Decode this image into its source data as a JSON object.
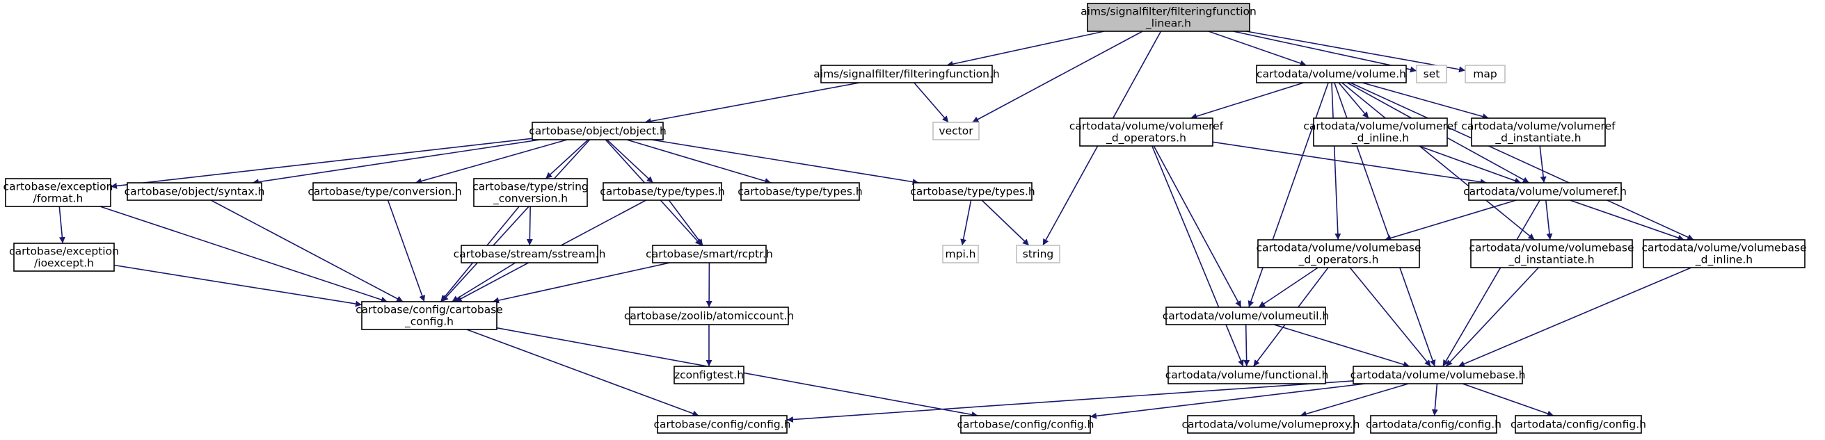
{
  "graph": {
    "nodes": [
      {
        "id": "root",
        "lines": [
          "aims/signalfilter/filteringfunction",
          "_linear.h"
        ],
        "kind": "root"
      },
      {
        "id": "filteringfunction",
        "lines": [
          "aims/signalfilter/filteringfunction.h"
        ],
        "kind": "file"
      },
      {
        "id": "vector",
        "lines": [
          "vector"
        ],
        "kind": "external"
      },
      {
        "id": "string",
        "lines": [
          "string"
        ],
        "kind": "external"
      },
      {
        "id": "volume",
        "lines": [
          "cartodata/volume/volume.h"
        ],
        "kind": "file"
      },
      {
        "id": "set",
        "lines": [
          "set"
        ],
        "kind": "external"
      },
      {
        "id": "map",
        "lines": [
          "map"
        ],
        "kind": "external"
      },
      {
        "id": "object",
        "lines": [
          "cartobase/object/object.h"
        ],
        "kind": "file"
      },
      {
        "id": "format",
        "lines": [
          "cartobase/exception",
          "/format.h"
        ],
        "kind": "file"
      },
      {
        "id": "syntax",
        "lines": [
          "cartobase/object/syntax.h"
        ],
        "kind": "file"
      },
      {
        "id": "conversion",
        "lines": [
          "cartobase/type/conversion.h"
        ],
        "kind": "file"
      },
      {
        "id": "string_conversion",
        "lines": [
          "cartobase/type/string",
          "_conversion.h"
        ],
        "kind": "file"
      },
      {
        "id": "types1",
        "lines": [
          "cartobase/type/types.h"
        ],
        "kind": "file"
      },
      {
        "id": "types2",
        "lines": [
          "cartobase/type/types.h"
        ],
        "kind": "file"
      },
      {
        "id": "types3",
        "lines": [
          "cartobase/type/types.h"
        ],
        "kind": "file"
      },
      {
        "id": "ioexcept",
        "lines": [
          "cartobase/exception",
          "/ioexcept.h"
        ],
        "kind": "file"
      },
      {
        "id": "sstream",
        "lines": [
          "cartobase/stream/sstream.h"
        ],
        "kind": "file"
      },
      {
        "id": "rcptr",
        "lines": [
          "cartobase/smart/rcptr.h"
        ],
        "kind": "file"
      },
      {
        "id": "mpi",
        "lines": [
          "mpi.h"
        ],
        "kind": "external"
      },
      {
        "id": "cartobase_config",
        "lines": [
          "cartobase/config/cartobase",
          "_config.h"
        ],
        "kind": "file"
      },
      {
        "id": "atomiccount",
        "lines": [
          "cartobase/zoolib/atomiccount.h"
        ],
        "kind": "file"
      },
      {
        "id": "zconfigtest",
        "lines": [
          "zconfigtest.h"
        ],
        "kind": "file"
      },
      {
        "id": "config1",
        "lines": [
          "cartobase/config/config.h"
        ],
        "kind": "file"
      },
      {
        "id": "config2",
        "lines": [
          "cartobase/config/config.h"
        ],
        "kind": "file"
      },
      {
        "id": "volumeref_d_operators",
        "lines": [
          "cartodata/volume/volumeref",
          "_d_operators.h"
        ],
        "kind": "file"
      },
      {
        "id": "volumeref_d_inline",
        "lines": [
          "cartodata/volume/volumeref",
          "_d_inline.h"
        ],
        "kind": "file"
      },
      {
        "id": "volumeref_d_instantiate",
        "lines": [
          "cartodata/volume/volumeref",
          "_d_instantiate.h"
        ],
        "kind": "file"
      },
      {
        "id": "volumeref",
        "lines": [
          "cartodata/volume/volumeref.h"
        ],
        "kind": "file"
      },
      {
        "id": "volumebase_d_operators",
        "lines": [
          "cartodata/volume/volumebase",
          "_d_operators.h"
        ],
        "kind": "file"
      },
      {
        "id": "volumebase_d_instantiate",
        "lines": [
          "cartodata/volume/volumebase",
          "_d_instantiate.h"
        ],
        "kind": "file"
      },
      {
        "id": "volumebase_d_inline",
        "lines": [
          "cartodata/volume/volumebase",
          "_d_inline.h"
        ],
        "kind": "file"
      },
      {
        "id": "volumeutil",
        "lines": [
          "cartodata/volume/volumeutil.h"
        ],
        "kind": "file"
      },
      {
        "id": "functional",
        "lines": [
          "cartodata/volume/functional.h"
        ],
        "kind": "file"
      },
      {
        "id": "volumebase",
        "lines": [
          "cartodata/volume/volumebase.h"
        ],
        "kind": "file"
      },
      {
        "id": "volumeproxy",
        "lines": [
          "cartodata/volume/volumeproxy.h"
        ],
        "kind": "file"
      },
      {
        "id": "cd_config1",
        "lines": [
          "cartodata/config/config.h"
        ],
        "kind": "file"
      },
      {
        "id": "cd_config2",
        "lines": [
          "cartodata/config/config.h"
        ],
        "kind": "file"
      }
    ],
    "edges": [
      [
        "root",
        "filteringfunction"
      ],
      [
        "root",
        "vector"
      ],
      [
        "root",
        "string"
      ],
      [
        "root",
        "volume"
      ],
      [
        "root",
        "set"
      ],
      [
        "root",
        "map"
      ],
      [
        "filteringfunction",
        "object"
      ],
      [
        "filteringfunction",
        "vector"
      ],
      [
        "object",
        "format"
      ],
      [
        "object",
        "syntax"
      ],
      [
        "object",
        "conversion"
      ],
      [
        "object",
        "string_conversion"
      ],
      [
        "object",
        "types1"
      ],
      [
        "object",
        "types2"
      ],
      [
        "object",
        "types3"
      ],
      [
        "object",
        "rcptr"
      ],
      [
        "object",
        "cartobase_config"
      ],
      [
        "format",
        "ioexcept"
      ],
      [
        "format",
        "cartobase_config"
      ],
      [
        "ioexcept",
        "cartobase_config"
      ],
      [
        "syntax",
        "cartobase_config"
      ],
      [
        "conversion",
        "cartobase_config"
      ],
      [
        "string_conversion",
        "sstream"
      ],
      [
        "string_conversion",
        "cartobase_config"
      ],
      [
        "sstream",
        "cartobase_config"
      ],
      [
        "types1",
        "rcptr"
      ],
      [
        "types1",
        "cartobase_config"
      ],
      [
        "types3",
        "mpi"
      ],
      [
        "types3",
        "string"
      ],
      [
        "rcptr",
        "cartobase_config"
      ],
      [
        "rcptr",
        "atomiccount"
      ],
      [
        "atomiccount",
        "zconfigtest"
      ],
      [
        "cartobase_config",
        "config1"
      ],
      [
        "cartobase_config",
        "config2"
      ],
      [
        "volume",
        "volumeref_d_operators"
      ],
      [
        "volume",
        "volumeref_d_inline"
      ],
      [
        "volume",
        "volumeref_d_instantiate"
      ],
      [
        "volume",
        "volumeref"
      ],
      [
        "volume",
        "volumebase_d_operators"
      ],
      [
        "volume",
        "volumebase_d_instantiate"
      ],
      [
        "volume",
        "volumebase_d_inline"
      ],
      [
        "volume",
        "volumeutil"
      ],
      [
        "volume",
        "volumebase"
      ],
      [
        "volumeref_d_operators",
        "volumeref"
      ],
      [
        "volumeref_d_operators",
        "volumeutil"
      ],
      [
        "volumeref_d_operators",
        "functional"
      ],
      [
        "volumeref_d_inline",
        "volumeref"
      ],
      [
        "volumeref_d_instantiate",
        "volumeref"
      ],
      [
        "volumeref",
        "volumebase_d_operators"
      ],
      [
        "volumeref",
        "volumebase_d_instantiate"
      ],
      [
        "volumeref",
        "volumebase_d_inline"
      ],
      [
        "volumeref",
        "volumebase"
      ],
      [
        "volumebase_d_operators",
        "volumeutil"
      ],
      [
        "volumebase_d_operators",
        "functional"
      ],
      [
        "volumebase_d_operators",
        "volumebase"
      ],
      [
        "volumebase_d_instantiate",
        "volumebase"
      ],
      [
        "volumebase_d_inline",
        "volumebase"
      ],
      [
        "volumeutil",
        "functional"
      ],
      [
        "volumeutil",
        "volumebase"
      ],
      [
        "volumebase",
        "config1"
      ],
      [
        "volumebase",
        "config2"
      ],
      [
        "volumebase",
        "volumeproxy"
      ],
      [
        "volumebase",
        "cd_config1"
      ],
      [
        "volumebase",
        "cd_config2"
      ]
    ]
  }
}
